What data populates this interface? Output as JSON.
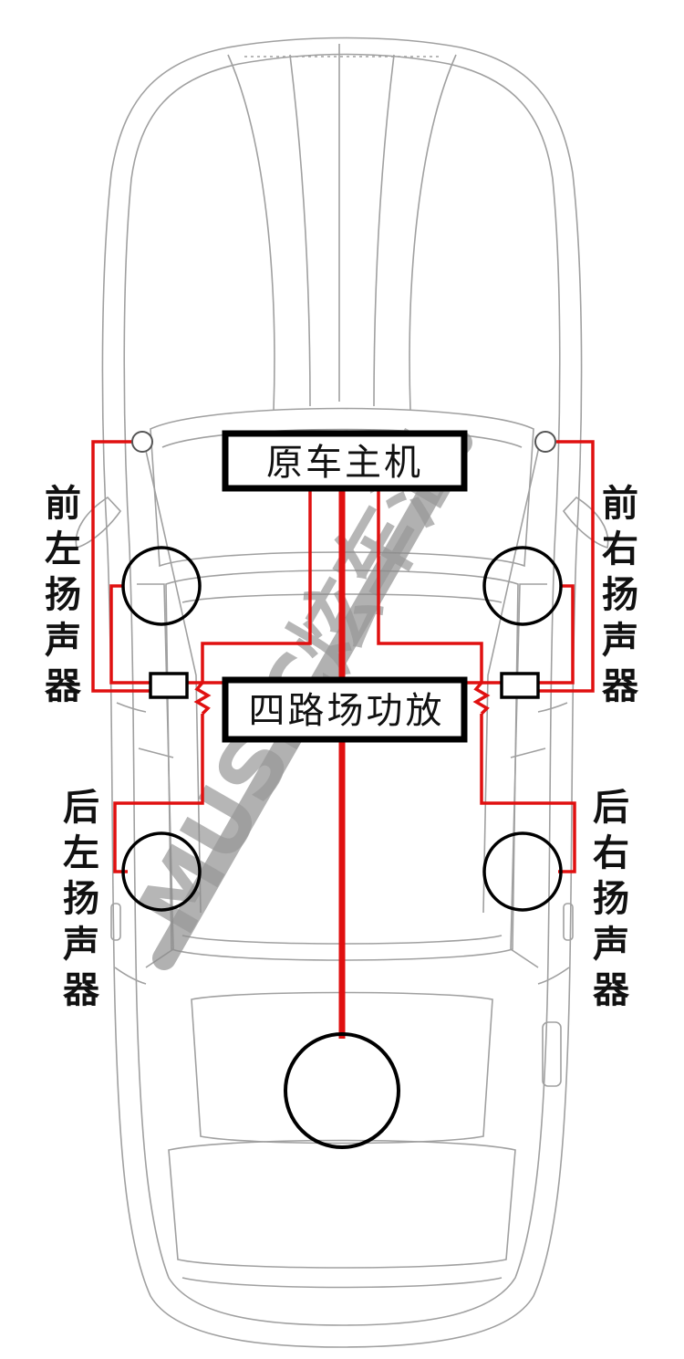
{
  "head_unit": {
    "label": "原车主机"
  },
  "amplifier": {
    "label": "四路场功放"
  },
  "speakers": {
    "front_left": {
      "chars": [
        "前",
        "左",
        "扬",
        "声",
        "器"
      ]
    },
    "front_right": {
      "chars": [
        "前",
        "右",
        "扬",
        "声",
        "器"
      ]
    },
    "rear_left": {
      "chars": [
        "后",
        "左",
        "扬",
        "声",
        "器"
      ]
    },
    "rear_right": {
      "chars": [
        "后",
        "右",
        "扬",
        "声",
        "器"
      ]
    }
  },
  "watermark": {
    "text": "MUSIC炫车汇"
  },
  "colors": {
    "wire": "#e01010",
    "outline": "#000000",
    "car_line": "#9a9a9a",
    "watermark_gray": "#8c8c8c",
    "watermark_red": "#ff6b6b"
  }
}
